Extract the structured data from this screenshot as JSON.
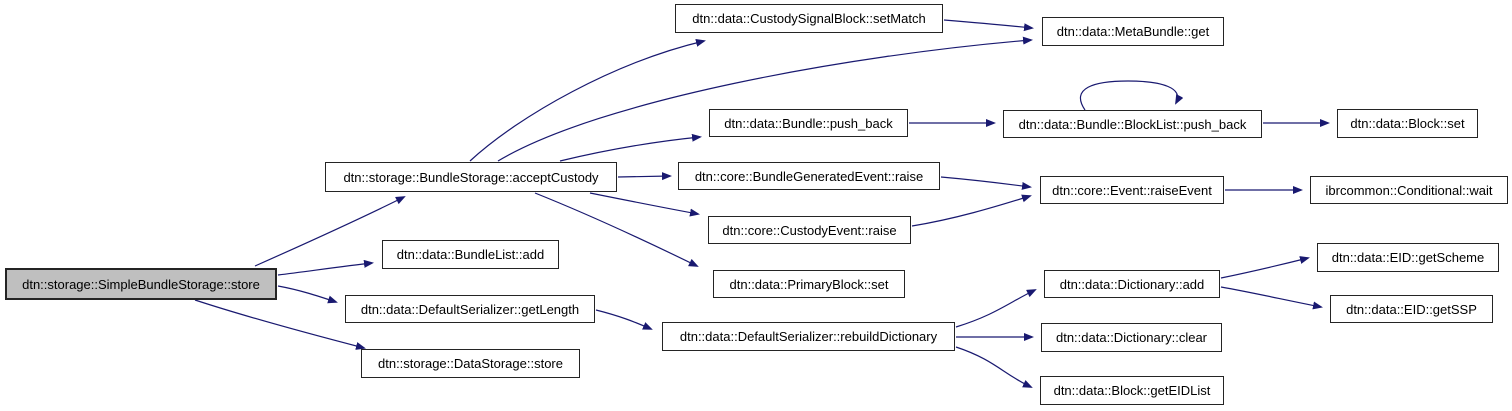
{
  "diagram": {
    "type": "call-graph",
    "colors": {
      "edge": "#191970",
      "node_border": "#242424",
      "node_fill": "#ffffff",
      "highlight_fill": "#bfbfbf",
      "background": "#ffffff",
      "text": "#000000"
    },
    "nodes": {
      "store": {
        "label": "dtn::storage::SimpleBundleStorage::store",
        "highlighted": true
      },
      "acceptCustody": {
        "label": "dtn::storage::BundleStorage::acceptCustody"
      },
      "bundleListAdd": {
        "label": "dtn::data::BundleList::add"
      },
      "getLength": {
        "label": "dtn::data::DefaultSerializer::getLength"
      },
      "dataStorageStore": {
        "label": "dtn::storage::DataStorage::store"
      },
      "setMatch": {
        "label": "dtn::data::CustodySignalBlock::setMatch"
      },
      "metaBundleGet": {
        "label": "dtn::data::MetaBundle::get"
      },
      "bundlePushBack": {
        "label": "dtn::data::Bundle::push_back"
      },
      "blockListPushBack": {
        "label": "dtn::data::Bundle::BlockList::push_back"
      },
      "blockSet": {
        "label": "dtn::data::Block::set"
      },
      "bgeRaise": {
        "label": "dtn::core::BundleGeneratedEvent::raise"
      },
      "custodyEventRaise": {
        "label": "dtn::core::CustodyEvent::raise"
      },
      "raiseEvent": {
        "label": "dtn::core::Event::raiseEvent"
      },
      "conditionalWait": {
        "label": "ibrcommon::Conditional::wait"
      },
      "primaryBlockSet": {
        "label": "dtn::data::PrimaryBlock::set"
      },
      "rebuildDictionary": {
        "label": "dtn::data::DefaultSerializer::rebuildDictionary"
      },
      "dictionaryAdd": {
        "label": "dtn::data::Dictionary::add"
      },
      "eidGetScheme": {
        "label": "dtn::data::EID::getScheme"
      },
      "eidGetSSP": {
        "label": "dtn::data::EID::getSSP"
      },
      "dictionaryClear": {
        "label": "dtn::data::Dictionary::clear"
      },
      "blockGetEIDList": {
        "label": "dtn::data::Block::getEIDList"
      }
    },
    "edges": [
      {
        "from": "store",
        "to": "acceptCustody"
      },
      {
        "from": "store",
        "to": "bundleListAdd"
      },
      {
        "from": "store",
        "to": "getLength"
      },
      {
        "from": "store",
        "to": "dataStorageStore"
      },
      {
        "from": "acceptCustody",
        "to": "setMatch"
      },
      {
        "from": "acceptCustody",
        "to": "metaBundleGet"
      },
      {
        "from": "acceptCustody",
        "to": "bundlePushBack"
      },
      {
        "from": "acceptCustody",
        "to": "bgeRaise"
      },
      {
        "from": "acceptCustody",
        "to": "custodyEventRaise"
      },
      {
        "from": "acceptCustody",
        "to": "primaryBlockSet"
      },
      {
        "from": "setMatch",
        "to": "metaBundleGet"
      },
      {
        "from": "bundlePushBack",
        "to": "blockListPushBack"
      },
      {
        "from": "blockListPushBack",
        "to": "blockListPushBack"
      },
      {
        "from": "blockListPushBack",
        "to": "blockSet"
      },
      {
        "from": "bgeRaise",
        "to": "raiseEvent"
      },
      {
        "from": "custodyEventRaise",
        "to": "raiseEvent"
      },
      {
        "from": "raiseEvent",
        "to": "conditionalWait"
      },
      {
        "from": "getLength",
        "to": "rebuildDictionary"
      },
      {
        "from": "rebuildDictionary",
        "to": "dictionaryAdd"
      },
      {
        "from": "rebuildDictionary",
        "to": "dictionaryClear"
      },
      {
        "from": "rebuildDictionary",
        "to": "blockGetEIDList"
      },
      {
        "from": "dictionaryAdd",
        "to": "eidGetScheme"
      },
      {
        "from": "dictionaryAdd",
        "to": "eidGetSSP"
      }
    ]
  }
}
